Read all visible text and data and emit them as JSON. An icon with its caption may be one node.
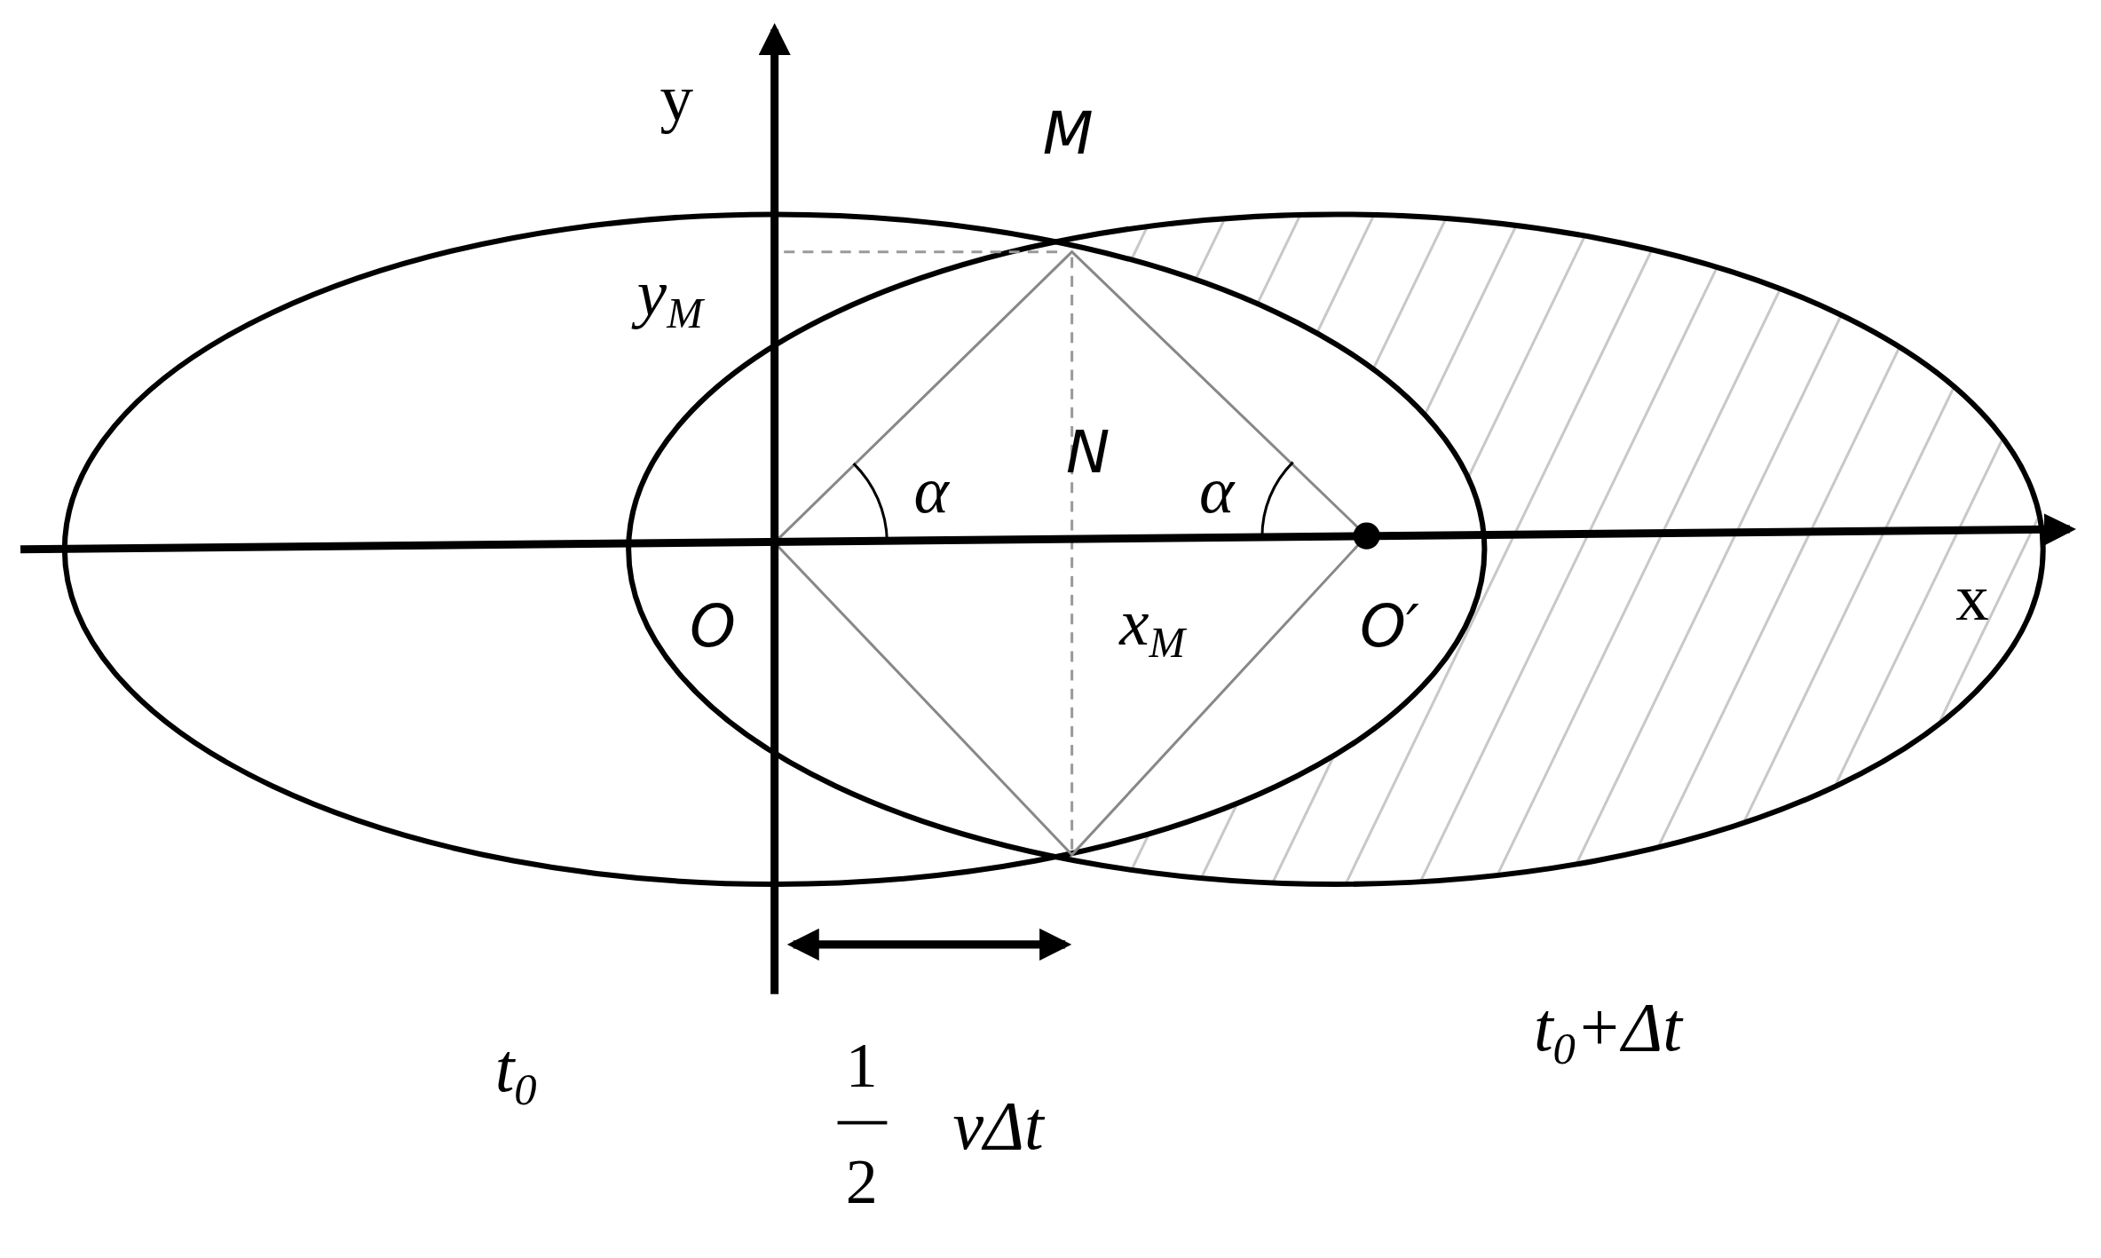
{
  "diagram": {
    "labels": [
      "y",
      "M",
      "y$_{M}$",
      "N",
      "α",
      "α",
      "O",
      "x$_{M}$",
      "O′",
      "x",
      "t$_{0}$",
      "1",
      "2",
      "vΔt",
      "t$_{0}$+Δt"
    ]
  }
}
